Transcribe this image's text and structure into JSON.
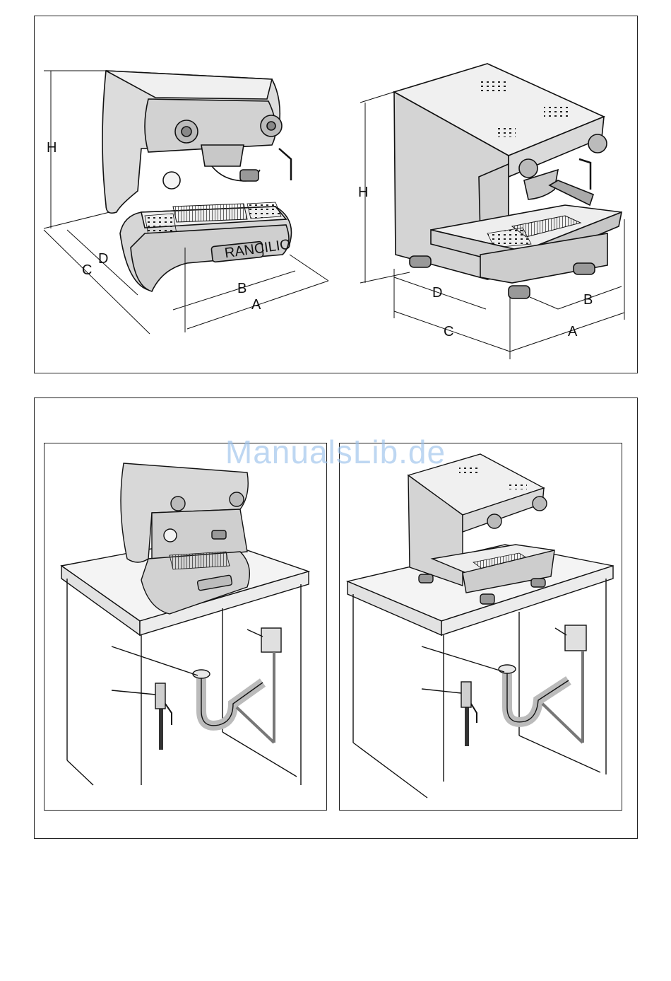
{
  "dimension_labels": {
    "left_machine": {
      "h": "H",
      "a": "A",
      "b": "B",
      "c": "C",
      "d": "D"
    },
    "right_machine": {
      "h": "H",
      "a": "A",
      "b": "B",
      "c": "C",
      "d": "D"
    }
  },
  "brand_plate": "RANCILIO",
  "watermark": "ManualsLib.de"
}
